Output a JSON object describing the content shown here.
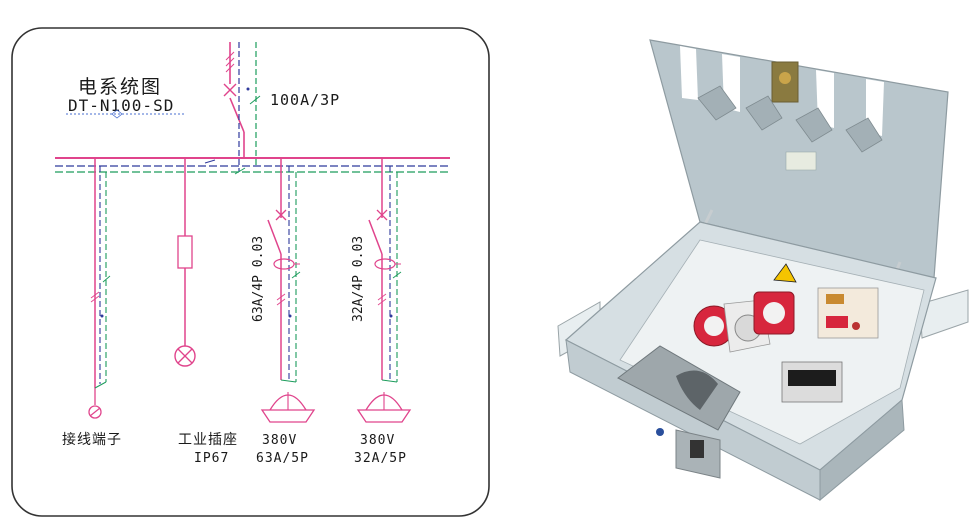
{
  "diagram": {
    "title": "电系统图",
    "model": "DT-N100-SD",
    "main_breaker": "100A/3P",
    "branches": [
      {
        "label": "接线端子"
      },
      {
        "label": "工业插座",
        "sub": "IP67"
      },
      {
        "breaker": "63A/4P 0.03",
        "voltage": "380V",
        "rating": "63A/5P"
      },
      {
        "breaker": "32A/4P 0.03",
        "voltage": "380V",
        "rating": "32A/5P"
      }
    ]
  },
  "colors": {
    "phase": "#e0448c",
    "neutral": "#2f3a9c",
    "earth": "#1c9c5c",
    "frame": "#333333"
  },
  "photo": {
    "subject": "floor-box-enclosure-photo"
  }
}
